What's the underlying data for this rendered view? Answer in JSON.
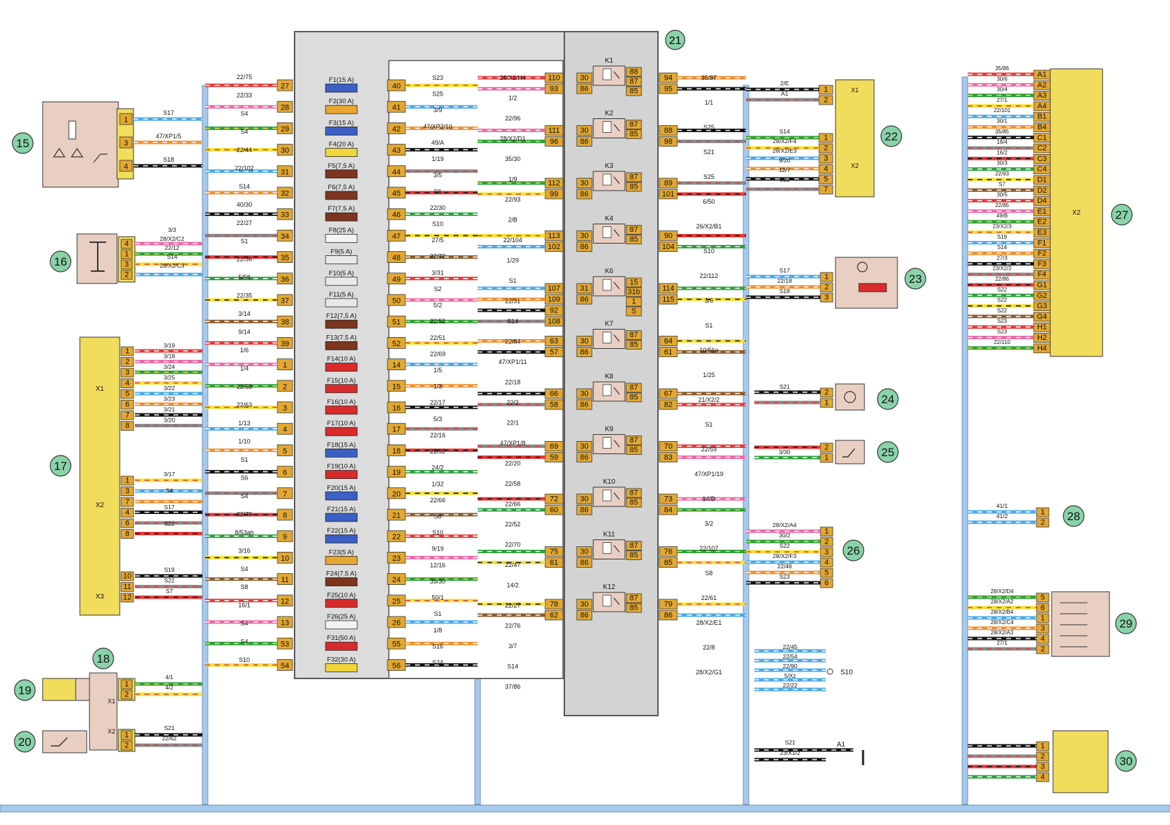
{
  "colors": {
    "block": "#e9cfc2",
    "connector": "#f2dc5b",
    "pin": "#e2a832",
    "mount": "#d9d9d9",
    "bus": "#a8c9ee"
  },
  "fuse_block": {
    "title": "21",
    "pins_left": [
      "27",
      "28",
      "29",
      "30",
      "31",
      "32",
      "33",
      "34",
      "35",
      "36",
      "37",
      "38",
      "39",
      "1",
      "2",
      "3",
      "4",
      "5",
      "6",
      "7",
      "8",
      "9",
      "10",
      "11",
      "12",
      "13",
      "53",
      "54"
    ],
    "pins_right": [
      "40",
      "41",
      "42",
      "43",
      "44",
      "45",
      "46",
      "47",
      "48",
      "49",
      "50",
      "51",
      "52",
      "14",
      "15",
      "16",
      "17",
      "18",
      "19",
      "20",
      "21",
      "22",
      "23",
      "24",
      "25",
      "26",
      "55",
      "56"
    ],
    "fuses": [
      {
        "label": "F1(15 A)",
        "color": "#3b5fc4"
      },
      {
        "label": "F2(30 A)",
        "color": "#e8a632"
      },
      {
        "label": "F3(15 A)",
        "color": "#3b5fc4"
      },
      {
        "label": "F4(20 A)",
        "color": "#f0d53b"
      },
      {
        "label": "F5(7,5 A)",
        "color": "#7b3520"
      },
      {
        "label": "F6(7,5 A)",
        "color": "#7b3520"
      },
      {
        "label": "F7(7,5 A)",
        "color": "#7b3520"
      },
      {
        "label": "F8(25 A)",
        "color": "#f3f3f3"
      },
      {
        "label": "F9(5 A)",
        "color": "#e8e8e8"
      },
      {
        "label": "F10(5 A)",
        "color": "#e8e8e8"
      },
      {
        "label": "F11(5 A)",
        "color": "#e8e8e8"
      },
      {
        "label": "F12(7,5 A)",
        "color": "#7b3520"
      },
      {
        "label": "F13(7,5 A)",
        "color": "#7b3520"
      },
      {
        "label": "F14(10 A)",
        "color": "#d92b2b"
      },
      {
        "label": "F15(10 A)",
        "color": "#d92b2b"
      },
      {
        "label": "F16(10 A)",
        "color": "#d92b2b"
      },
      {
        "label": "F17(10 A)",
        "color": "#d92b2b"
      },
      {
        "label": "F18(15 A)",
        "color": "#3b5fc4"
      },
      {
        "label": "F19(10 A)",
        "color": "#d92b2b"
      },
      {
        "label": "F20(15 A)",
        "color": "#3b5fc4"
      },
      {
        "label": "F21(15 A)",
        "color": "#3b5fc4"
      },
      {
        "label": "F22(15 A)",
        "color": "#3b5fc4"
      },
      {
        "label": "F23(5 A)",
        "color": "#e8a632"
      },
      {
        "label": "F24(7,5 A)",
        "color": "#7b3520"
      },
      {
        "label": "F25(10 A)",
        "color": "#d92b2b"
      },
      {
        "label": "F26(25 A)",
        "color": "#f3f3f3"
      },
      {
        "label": "F31(50 A)",
        "color": "#d92b2b"
      },
      {
        "label": "F32(30 A)",
        "color": "#f0d53b"
      }
    ],
    "wires_left": [
      "22/75",
      "22/33",
      "S4",
      "S4",
      "22/44",
      "22/102",
      "S14",
      "40/30",
      "22/27",
      "S1",
      "22/36",
      "5/58",
      "22/35",
      "3/14",
      "9/14",
      "1/6",
      "1/4",
      "22/63",
      "22/63",
      "1/13",
      "1/10",
      "S1",
      "S6",
      "S4",
      "22/79",
      "8/53ah",
      "3/16",
      "S4",
      "S8",
      "16/1",
      "S4",
      "S4",
      "S10"
    ],
    "wires_right": [
      "S23",
      "S25",
      "3/9",
      "47/XP2/10",
      "49/A",
      "1/19",
      "3/5",
      "S6",
      "22/30",
      "S10",
      "27/5",
      "22/72",
      "3/31",
      "S2",
      "5/2",
      "22/52",
      "22/51",
      "22/69",
      "1/5",
      "1/3",
      "22/17",
      "5/3",
      "22/16",
      "22/92",
      "24/2",
      "1/32",
      "22/66",
      "S8",
      "S10",
      "9/19",
      "12/16",
      "35/30",
      "50/1",
      "S1",
      "1/8",
      "S16",
      "S24"
    ]
  },
  "relays": {
    "items": [
      {
        "name": "K1",
        "in": [
          "110",
          "93"
        ],
        "out": [
          "94",
          "95"
        ],
        "pins": [
          "30",
          "86",
          "88",
          "87",
          "85"
        ]
      },
      {
        "name": "K2",
        "in": [
          "111",
          "96"
        ],
        "out": [
          "88",
          "98"
        ],
        "pins": [
          "30",
          "86",
          "87",
          "85"
        ]
      },
      {
        "name": "K3",
        "in": [
          "112",
          "99"
        ],
        "out": [
          "89",
          "101"
        ],
        "pins": [
          "30",
          "86",
          "87",
          "85"
        ]
      },
      {
        "name": "K4",
        "in": [
          "113",
          "102"
        ],
        "out": [
          "90",
          "104"
        ],
        "pins": [
          "30",
          "86",
          "87",
          "85"
        ]
      },
      {
        "name": "K6",
        "in": [
          "107",
          "109",
          "92",
          "108"
        ],
        "out": [
          "114",
          "115"
        ],
        "pins": [
          "31",
          "86",
          "15",
          "31b",
          "1",
          "S"
        ]
      },
      {
        "name": "K7",
        "in": [
          "63",
          "57"
        ],
        "out": [
          "64",
          "61"
        ],
        "pins": [
          "30",
          "86",
          "87",
          "85"
        ]
      },
      {
        "name": "K8",
        "in": [
          "66",
          "58"
        ],
        "out": [
          "67",
          "82"
        ],
        "pins": [
          "30",
          "86",
          "87",
          "85"
        ]
      },
      {
        "name": "K9",
        "in": [
          "69",
          "59"
        ],
        "out": [
          "70",
          "83"
        ],
        "pins": [
          "30",
          "86",
          "87",
          "85"
        ]
      },
      {
        "name": "K10",
        "in": [
          "72",
          "60"
        ],
        "out": [
          "73",
          "84"
        ],
        "pins": [
          "30",
          "86",
          "87",
          "85"
        ]
      },
      {
        "name": "K11",
        "in": [
          "75",
          "61"
        ],
        "out": [
          "76",
          "85"
        ],
        "pins": [
          "30",
          "86",
          "87",
          "85"
        ]
      },
      {
        "name": "K12",
        "in": [
          "78",
          "62"
        ],
        "out": [
          "79",
          "86"
        ],
        "pins": [
          "30",
          "86",
          "87",
          "85"
        ]
      }
    ],
    "wires_in": [
      "28/X2/H4",
      "1/2",
      "22/96",
      "28/X2/D1",
      "35/30",
      "1/9",
      "22/93",
      "2/B",
      "22/104",
      "1/29",
      "S1",
      "22/31",
      "S14",
      "22/84",
      "47/XP1/11",
      "22/18",
      "22/2",
      "22/1",
      "47/XP1/8",
      "22/20",
      "22/58",
      "22/66",
      "22/52",
      "22/70",
      "22/47",
      "14/2",
      "22/27",
      "22/76",
      "3/7",
      "S14",
      "37/86"
    ],
    "wires_out": [
      "35/87",
      "1/1",
      "S25",
      "S21",
      "S25",
      "6/50",
      "26/X2/B1",
      "S10",
      "22/112",
      "3/6",
      "S1",
      "10/56a",
      "1/25",
      "21/X2/2",
      "S1",
      "22/59",
      "47/XP1/19",
      "14/D",
      "3/2",
      "22/107",
      "S8",
      "22/61",
      "28/X2/E1",
      "22/8",
      "28/X2/G1"
    ]
  },
  "components": {
    "c15": {
      "num": "15",
      "wires": [
        "S17",
        "47/XP1/5",
        "S18"
      ],
      "pins": [
        "1",
        "3",
        "4"
      ]
    },
    "c16": {
      "num": "16",
      "wires": [
        "3/3",
        "28/X2/C2",
        "22/12",
        "S14",
        "28/X2/C3"
      ],
      "pins": [
        "4",
        "1",
        "3",
        "2"
      ]
    },
    "c17": {
      "num": "17",
      "x1": "X1",
      "x2": "X2",
      "x3": "X3",
      "pins_x1": [
        "1",
        "2",
        "3",
        "4",
        "5",
        "6",
        "7",
        "8"
      ],
      "wires_x1": [
        "3/19",
        "3/18",
        "3/24",
        "3/25",
        "3/22",
        "3/23",
        "3/21",
        "3/20"
      ],
      "pins_x2": [
        "1",
        "3",
        "7",
        "4",
        "6",
        "8"
      ],
      "wires_x2": [
        "3/17",
        "S4",
        "S17",
        "S22"
      ],
      "pins_x3": [
        "10",
        "11",
        "12"
      ],
      "wires_x3": [
        "S19",
        "S22",
        "S7"
      ]
    },
    "c18": {
      "num": "18",
      "x1": "X1",
      "x2": "X2",
      "pins1": [
        "1",
        "2"
      ],
      "pins2": [
        "1",
        "2"
      ],
      "wires": [
        "4/1",
        "4/2",
        "S21",
        "22/62"
      ]
    },
    "c19": {
      "num": "19"
    },
    "c20": {
      "num": "20"
    },
    "c22": {
      "num": "22",
      "x1": "X1",
      "x2": "X2",
      "pins_x1": [
        "1",
        "2"
      ],
      "wires_x1": [
        "2/E",
        "A1"
      ],
      "pins_x2": [
        "1",
        "2",
        "3",
        "4",
        "5",
        "7"
      ],
      "wires_x2": [
        "S14",
        "28/X2/F4",
        "28/X2/E3",
        "9/20",
        "12/7",
        "S22"
      ]
    },
    "c23": {
      "num": "23",
      "pins": [
        "1",
        "2",
        "3"
      ],
      "wires": [
        "S17",
        "22/18",
        "S18"
      ]
    },
    "c24": {
      "num": "24",
      "pins": [
        "2",
        "1"
      ],
      "wires": [
        "S21"
      ]
    },
    "c25": {
      "num": "25",
      "pins": [
        "2",
        "1"
      ],
      "wires": [
        "3/30"
      ]
    },
    "c26": {
      "num": "26",
      "pins": [
        "1",
        "2",
        "3",
        "4",
        "5",
        "6"
      ],
      "wires": [
        "28/X2/A4",
        "30/2",
        "S22",
        "28/X2/F3",
        "22/46",
        "S23"
      ]
    },
    "c27": {
      "num": "27",
      "label": "X2",
      "pins": [
        "A1",
        "A2",
        "A3",
        "A4",
        "B1",
        "B4",
        "C1",
        "C2",
        "C3",
        "C4",
        "D1",
        "D2",
        "D4",
        "E1",
        "E2",
        "E3",
        "F1",
        "F2",
        "F3",
        "F4",
        "G1",
        "G2",
        "G3",
        "G4",
        "H1",
        "H2",
        "H4"
      ],
      "wires": [
        "35/86",
        "30/6",
        "30/4",
        "27/1",
        "22/101",
        "30/1",
        "35/85",
        "16/4",
        "16/2",
        "30/3",
        "22/93",
        "S7",
        "30/5",
        "22/85",
        "49/B",
        "23/X2/3",
        "S19",
        "S14",
        "27/3",
        "23/X2/2",
        "22/86",
        "S22",
        "S22",
        "S22",
        "S23",
        "S23",
        "22/110"
      ]
    },
    "c28": {
      "num": "28",
      "pins": [
        "1",
        "2"
      ],
      "wires": [
        "41/1",
        "41/2"
      ]
    },
    "c29": {
      "num": "29",
      "pins": [
        "5",
        "6",
        "1",
        "3",
        "4",
        "2"
      ],
      "wires": [
        "28/X2/D4",
        "28/X2/A2",
        "28/X2/B4",
        "28/X2/C4",
        "28/X2/A3",
        "27/1"
      ]
    },
    "c30": {
      "num": "30",
      "pins": [
        "1",
        "2",
        "3",
        "4"
      ]
    }
  },
  "bottom_splice": {
    "wires": [
      "S21",
      "23/X1/2"
    ],
    "label": "A1"
  },
  "splice_s10": {
    "wires": [
      "22/45",
      "22/54",
      "22/90",
      "5/Xz",
      "22/22"
    ],
    "label": "S10"
  }
}
